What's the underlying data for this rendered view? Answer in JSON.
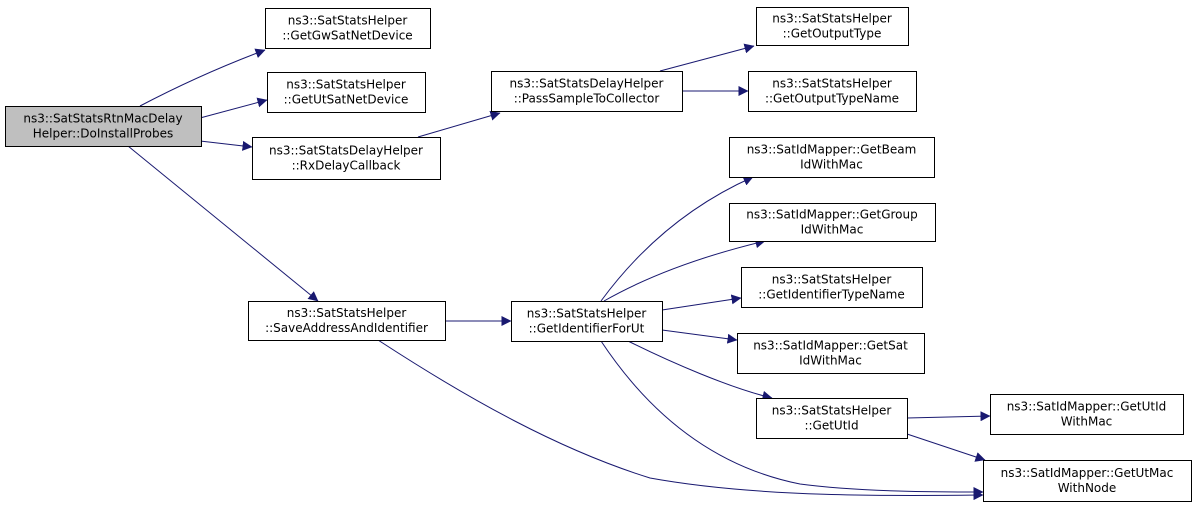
{
  "diagram": {
    "title": "",
    "colors": {
      "edge": "#191970",
      "root_fill": "#bfbfbf",
      "node_fill": "#ffffff",
      "border": "#000000"
    },
    "nodes": [
      {
        "id": "n0",
        "lines": [
          "ns3::SatStatsRtnMacDelay",
          "Helper::DoInstallProbes"
        ],
        "root": true
      },
      {
        "id": "n1",
        "lines": [
          "ns3::SatStatsHelper",
          "::GetGwSatNetDevice"
        ]
      },
      {
        "id": "n2",
        "lines": [
          "ns3::SatStatsHelper",
          "::GetUtSatNetDevice"
        ]
      },
      {
        "id": "n3",
        "lines": [
          "ns3::SatStatsDelayHelper",
          "::RxDelayCallback"
        ]
      },
      {
        "id": "n4",
        "lines": [
          "ns3::SatStatsHelper",
          "::SaveAddressAndIdentifier"
        ]
      },
      {
        "id": "n5",
        "lines": [
          "ns3::SatStatsDelayHelper",
          "::PassSampleToCollector"
        ]
      },
      {
        "id": "n6",
        "lines": [
          "ns3::SatStatsHelper",
          "::GetOutputType"
        ]
      },
      {
        "id": "n7",
        "lines": [
          "ns3::SatStatsHelper",
          "::GetOutputTypeName"
        ]
      },
      {
        "id": "n8",
        "lines": [
          "ns3::SatStatsHelper",
          "::GetIdentifierForUt"
        ]
      },
      {
        "id": "n9",
        "lines": [
          "ns3::SatIdMapper::GetBeam",
          "IdWithMac"
        ]
      },
      {
        "id": "n10",
        "lines": [
          "ns3::SatIdMapper::GetGroup",
          "IdWithMac"
        ]
      },
      {
        "id": "n11",
        "lines": [
          "ns3::SatStatsHelper",
          "::GetIdentifierTypeName"
        ]
      },
      {
        "id": "n12",
        "lines": [
          "ns3::SatIdMapper::GetSat",
          "IdWithMac"
        ]
      },
      {
        "id": "n13",
        "lines": [
          "ns3::SatStatsHelper",
          "::GetUtId"
        ]
      },
      {
        "id": "n14",
        "lines": [
          "ns3::SatIdMapper::GetUtId",
          "WithMac"
        ]
      },
      {
        "id": "n15",
        "lines": [
          "ns3::SatIdMapper::GetUtMac",
          "WithNode"
        ]
      }
    ],
    "edges": [
      {
        "from": "n0",
        "to": "n1"
      },
      {
        "from": "n0",
        "to": "n2"
      },
      {
        "from": "n0",
        "to": "n3"
      },
      {
        "from": "n0",
        "to": "n4"
      },
      {
        "from": "n3",
        "to": "n5"
      },
      {
        "from": "n5",
        "to": "n6"
      },
      {
        "from": "n5",
        "to": "n7"
      },
      {
        "from": "n4",
        "to": "n8"
      },
      {
        "from": "n4",
        "to": "n15"
      },
      {
        "from": "n8",
        "to": "n9"
      },
      {
        "from": "n8",
        "to": "n10"
      },
      {
        "from": "n8",
        "to": "n11"
      },
      {
        "from": "n8",
        "to": "n12"
      },
      {
        "from": "n8",
        "to": "n13"
      },
      {
        "from": "n8",
        "to": "n15"
      },
      {
        "from": "n13",
        "to": "n14"
      },
      {
        "from": "n13",
        "to": "n15"
      }
    ]
  }
}
